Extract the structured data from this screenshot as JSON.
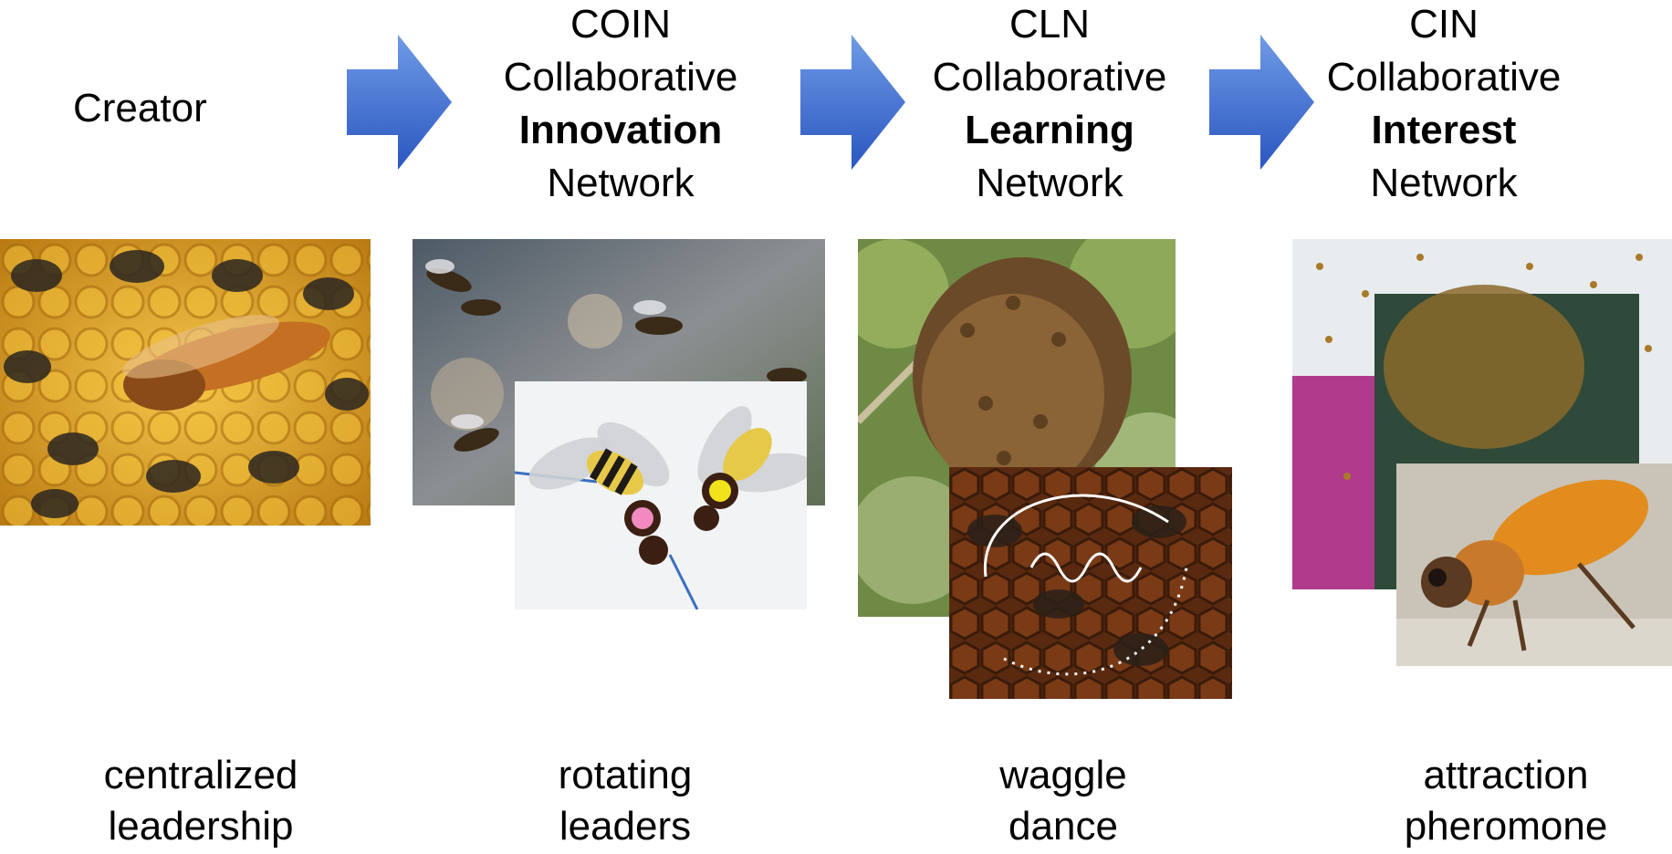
{
  "diagram": {
    "stage1": {
      "label": "Creator",
      "caption_line1": "centralized",
      "caption_line2": "leadership"
    },
    "stage2": {
      "acronym": "COIN",
      "line1": "Collaborative",
      "keyword": "Innovation",
      "line3": "Network",
      "caption_line1": "rotating",
      "caption_line2": "leaders"
    },
    "stage3": {
      "acronym": "CLN",
      "line1": "Collaborative",
      "keyword": "Learning",
      "line3": "Network",
      "caption_line1": "waggle",
      "caption_line2": "dance"
    },
    "stage4": {
      "acronym": "CIN",
      "line1": "Collaborative",
      "keyword": "Interest",
      "line3": "Network",
      "caption_line1": "attraction",
      "caption_line2": "pheromone"
    }
  },
  "colors": {
    "arrow_light": "#5b8be0",
    "arrow_dark": "#2f5fc8",
    "honey": "#e6a823"
  }
}
